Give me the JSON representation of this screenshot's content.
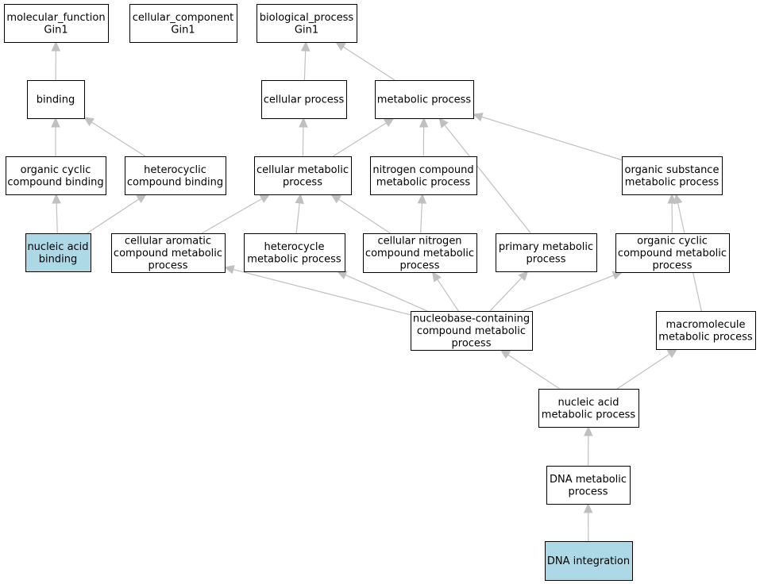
{
  "colors": {
    "node_fill": "#ffffff",
    "highlight_fill": "#add8e6",
    "border": "#000000",
    "edge": "#c0c0c0"
  },
  "nodes": {
    "mf_root": {
      "lines": [
        "molecular_function",
        "Gin1"
      ],
      "highlighted": false
    },
    "cc_root": {
      "lines": [
        "cellular_component",
        "Gin1"
      ],
      "highlighted": false
    },
    "bp_root": {
      "lines": [
        "biological_process",
        "Gin1"
      ],
      "highlighted": false
    },
    "binding": {
      "lines": [
        "binding"
      ],
      "highlighted": false
    },
    "cellular_process": {
      "lines": [
        "cellular process"
      ],
      "highlighted": false
    },
    "metabolic_process": {
      "lines": [
        "metabolic process"
      ],
      "highlighted": false
    },
    "organic_cyclic_compound_binding": {
      "lines": [
        "organic cyclic",
        "compound binding"
      ],
      "highlighted": false
    },
    "heterocyclic_compound_binding": {
      "lines": [
        "heterocyclic",
        "compound binding"
      ],
      "highlighted": false
    },
    "cellular_metabolic_process": {
      "lines": [
        "cellular metabolic",
        "process"
      ],
      "highlighted": false
    },
    "nitrogen_compound_metabolic_process": {
      "lines": [
        "nitrogen compound",
        "metabolic process"
      ],
      "highlighted": false
    },
    "organic_substance_metabolic_process": {
      "lines": [
        "organic substance",
        "metabolic process"
      ],
      "highlighted": false
    },
    "nucleic_acid_binding": {
      "lines": [
        "nucleic acid",
        "binding"
      ],
      "highlighted": true
    },
    "cellular_aromatic_compound_metabolic_process": {
      "lines": [
        "cellular aromatic",
        "compound metabolic",
        "process"
      ],
      "highlighted": false
    },
    "heterocycle_metabolic_process": {
      "lines": [
        "heterocycle",
        "metabolic process"
      ],
      "highlighted": false
    },
    "cellular_nitrogen_compound_metabolic_process": {
      "lines": [
        "cellular nitrogen",
        "compound metabolic",
        "process"
      ],
      "highlighted": false
    },
    "primary_metabolic_process": {
      "lines": [
        "primary metabolic",
        "process"
      ],
      "highlighted": false
    },
    "organic_cyclic_compound_metabolic_process": {
      "lines": [
        "organic cyclic",
        "compound metabolic",
        "process"
      ],
      "highlighted": false
    },
    "nucleobase_containing_compound_metabolic_process": {
      "lines": [
        "nucleobase-containing",
        "compound metabolic",
        "process"
      ],
      "highlighted": false
    },
    "macromolecule_metabolic_process": {
      "lines": [
        "macromolecule",
        "metabolic process"
      ],
      "highlighted": false
    },
    "nucleic_acid_metabolic_process": {
      "lines": [
        "nucleic acid",
        "metabolic process"
      ],
      "highlighted": false
    },
    "dna_metabolic_process": {
      "lines": [
        "DNA metabolic",
        "process"
      ],
      "highlighted": false
    },
    "dna_integration": {
      "lines": [
        "DNA integration"
      ],
      "highlighted": true
    }
  },
  "edges": [
    {
      "from": "binding",
      "to": "mf_root"
    },
    {
      "from": "cellular_process",
      "to": "bp_root"
    },
    {
      "from": "metabolic_process",
      "to": "bp_root"
    },
    {
      "from": "organic_cyclic_compound_binding",
      "to": "binding"
    },
    {
      "from": "heterocyclic_compound_binding",
      "to": "binding"
    },
    {
      "from": "cellular_metabolic_process",
      "to": "cellular_process"
    },
    {
      "from": "cellular_metabolic_process",
      "to": "metabolic_process"
    },
    {
      "from": "nitrogen_compound_metabolic_process",
      "to": "metabolic_process"
    },
    {
      "from": "primary_metabolic_process",
      "to": "metabolic_process"
    },
    {
      "from": "organic_substance_metabolic_process",
      "to": "metabolic_process"
    },
    {
      "from": "nucleic_acid_binding",
      "to": "organic_cyclic_compound_binding"
    },
    {
      "from": "nucleic_acid_binding",
      "to": "heterocyclic_compound_binding"
    },
    {
      "from": "cellular_aromatic_compound_metabolic_process",
      "to": "cellular_metabolic_process"
    },
    {
      "from": "heterocycle_metabolic_process",
      "to": "cellular_metabolic_process"
    },
    {
      "from": "cellular_nitrogen_compound_metabolic_process",
      "to": "cellular_metabolic_process"
    },
    {
      "from": "cellular_nitrogen_compound_metabolic_process",
      "to": "nitrogen_compound_metabolic_process"
    },
    {
      "from": "organic_cyclic_compound_metabolic_process",
      "to": "organic_substance_metabolic_process"
    },
    {
      "from": "macromolecule_metabolic_process",
      "to": "organic_substance_metabolic_process"
    },
    {
      "from": "nucleobase_containing_compound_metabolic_process",
      "to": "cellular_aromatic_compound_metabolic_process"
    },
    {
      "from": "nucleobase_containing_compound_metabolic_process",
      "to": "heterocycle_metabolic_process"
    },
    {
      "from": "nucleobase_containing_compound_metabolic_process",
      "to": "cellular_nitrogen_compound_metabolic_process"
    },
    {
      "from": "nucleobase_containing_compound_metabolic_process",
      "to": "primary_metabolic_process"
    },
    {
      "from": "nucleobase_containing_compound_metabolic_process",
      "to": "organic_cyclic_compound_metabolic_process"
    },
    {
      "from": "nucleic_acid_metabolic_process",
      "to": "nucleobase_containing_compound_metabolic_process"
    },
    {
      "from": "nucleic_acid_metabolic_process",
      "to": "macromolecule_metabolic_process"
    },
    {
      "from": "dna_metabolic_process",
      "to": "nucleic_acid_metabolic_process"
    },
    {
      "from": "dna_integration",
      "to": "dna_metabolic_process"
    }
  ]
}
